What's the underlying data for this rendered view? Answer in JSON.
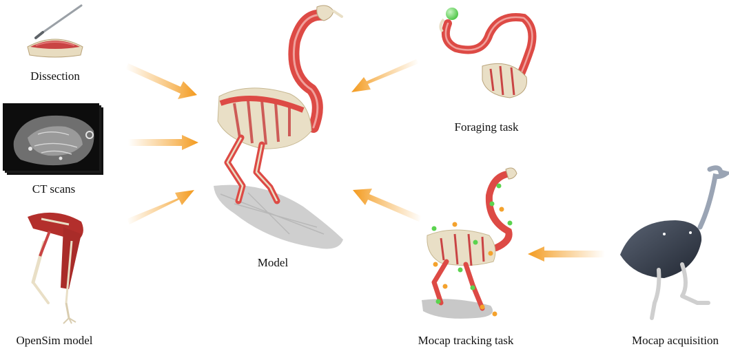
{
  "labels": {
    "dissection": "Dissection",
    "ct_scans": "CT scans",
    "opensim_model": "OpenSim model",
    "model": "Model",
    "foraging_task": "Foraging task",
    "mocap_tracking_task": "Mocap tracking task",
    "mocap_acquisition": "Mocap acquisition"
  },
  "colors": {
    "arrow": "#f4a22d",
    "muscle": "#e0443f",
    "bone": "#e9dfc6",
    "shadow": "#c8c8c8",
    "marker_green": "#5bd34f",
    "marker_orange": "#f4a22d",
    "ostrich_body": "#3b4454"
  },
  "icons": {
    "arrow": "gradient-arrow-icon",
    "scalpel": "scalpel-icon"
  }
}
